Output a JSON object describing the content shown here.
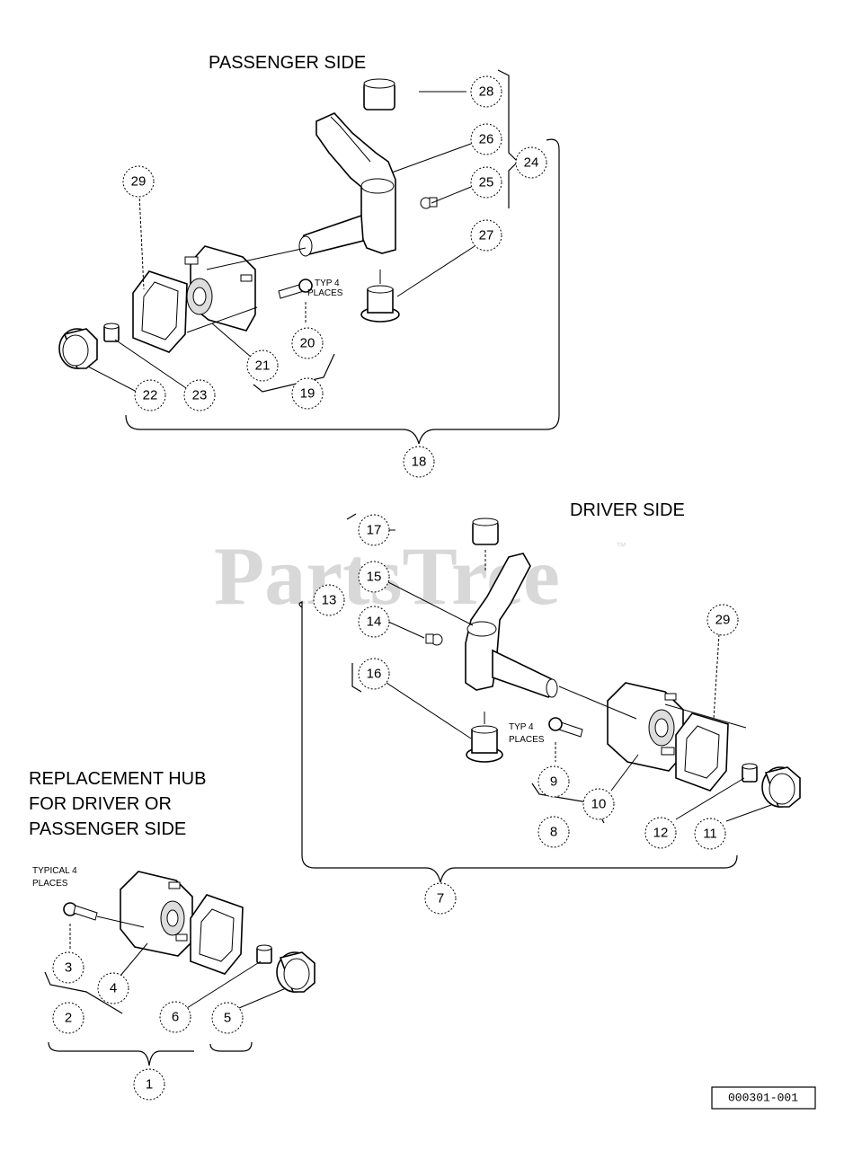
{
  "headings": {
    "passenger": "PASSENGER SIDE",
    "driver": "DRIVER SIDE",
    "replacement_line1": "REPLACEMENT HUB",
    "replacement_line2": "FOR DRIVER OR",
    "replacement_line3": "PASSENGER SIDE"
  },
  "notes": {
    "typ4_line1": "TYP 4",
    "typ4_line2": "PLACES",
    "typ4_passenger_line2": "PLACES",
    "typical4_line1": "TYPICAL 4",
    "typical4_line2": "PLACES"
  },
  "watermark": {
    "text": "PartsTree",
    "tm": "™"
  },
  "reference_code": "000301-001",
  "callouts": {
    "passenger": [
      "28",
      "26",
      "24",
      "25",
      "27",
      "29",
      "20",
      "21",
      "19",
      "22",
      "23",
      "18"
    ],
    "driver": [
      "17",
      "15",
      "13",
      "14",
      "16",
      "29",
      "9",
      "10",
      "8",
      "12",
      "11",
      "7"
    ],
    "replacement": [
      "3",
      "4",
      "2",
      "6",
      "5",
      "1"
    ]
  }
}
